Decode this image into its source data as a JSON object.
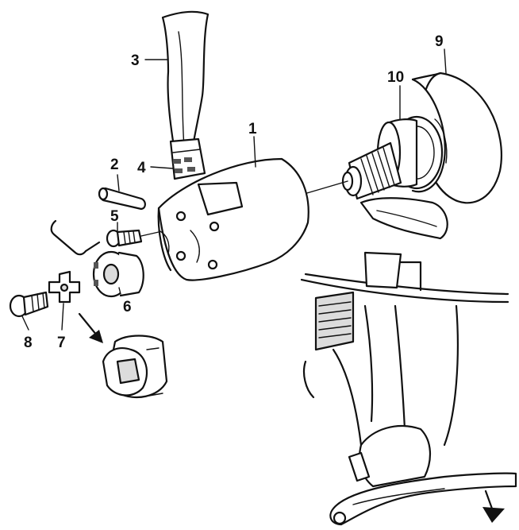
{
  "callouts": [
    {
      "id": "1",
      "text": "1"
    },
    {
      "id": "2",
      "text": "2"
    },
    {
      "id": "3",
      "text": "3"
    },
    {
      "id": "4",
      "text": "4"
    },
    {
      "id": "5",
      "text": "5"
    },
    {
      "id": "6",
      "text": "6"
    },
    {
      "id": "7",
      "text": "7"
    },
    {
      "id": "8",
      "text": "8"
    },
    {
      "id": "9",
      "text": "9"
    },
    {
      "id": "10",
      "text": "10"
    }
  ],
  "icons": {
    "detail_arrow": "arrow-down-left-icon",
    "pull_arrow": "arrow-down-right-icon"
  }
}
